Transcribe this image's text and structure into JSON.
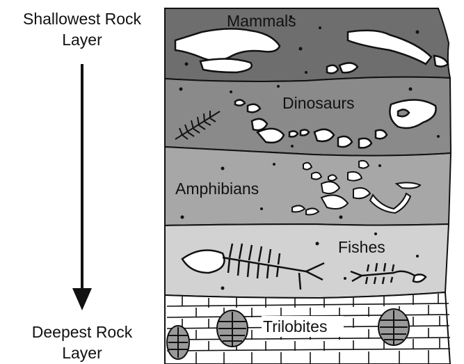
{
  "labels": {
    "top_line1": "Shallowest Rock",
    "top_line2": "Layer",
    "bottom_line1": "Deepest Rock",
    "bottom_line2": "Layer"
  },
  "layers": [
    {
      "name": "Mammals",
      "color": "#6e6e6e"
    },
    {
      "name": "Dinosaurs",
      "color": "#8a8a8a"
    },
    {
      "name": "Amphibians",
      "color": "#a7a7a7"
    },
    {
      "name": "Fishes",
      "color": "#d2d2d2"
    },
    {
      "name": "Trilobites",
      "color": "#ffffff"
    }
  ],
  "icons": {
    "arrow": "down-arrow-icon",
    "mammal": "mammal-skull-icon",
    "dinosaur": "dinosaur-skeleton-icon",
    "fern": "fern-fossil-icon",
    "amphibian": "amphibian-bones-icon",
    "fish": "fish-skeleton-icon",
    "trilobite": "trilobite-icon"
  }
}
